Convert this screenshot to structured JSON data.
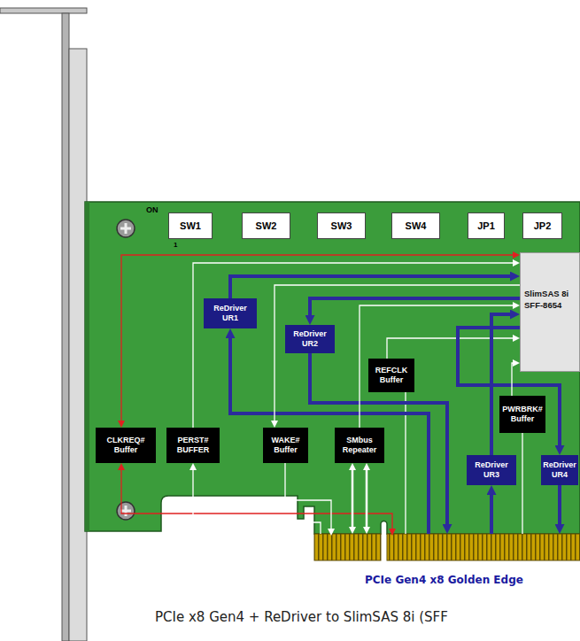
{
  "diagram": {
    "caption": "PCIe x8 Gen4 + ReDriver to SlimSAS 8i (SFF",
    "nodes": [
      {
        "text": [
          "SW1"
        ]
      },
      {
        "text": [
          "SW2"
        ]
      },
      {
        "text": [
          "SW3"
        ]
      },
      {
        "text": [
          "SW4"
        ]
      },
      {
        "text": [
          "JP1"
        ]
      },
      {
        "text": [
          "JP2"
        ]
      },
      {
        "text": [
          "SlimSAS 8i",
          "SFF-8654"
        ]
      },
      {
        "text": [
          "ReDriver UR1"
        ]
      },
      {
        "text": [
          "ReDriver UR2"
        ]
      },
      {
        "text": [
          "REFCLK Buffer"
        ]
      },
      {
        "text": [
          "CLKREQ# Buffer"
        ]
      },
      {
        "text": [
          "PERST# BUFFER"
        ]
      },
      {
        "text": [
          "WAKE# Buffer"
        ]
      },
      {
        "text": [
          "SMbus Repeater"
        ]
      },
      {
        "text": [
          "PWRBRK# Buffer"
        ]
      },
      {
        "text": [
          "ReDriver UR3"
        ]
      },
      {
        "text": [
          "ReDriver UR4"
        ]
      }
    ],
    "edges": [
      {
        "from": 10,
        "to": 6,
        "arrow": "both"
      },
      {
        "from": 11,
        "to": 6,
        "arrow": "to"
      },
      {
        "from": 7,
        "to": 6,
        "arrow": "to"
      },
      {
        "from": 6,
        "to": 12,
        "arrow": "to"
      },
      {
        "from": 6,
        "to": 8,
        "arrow": "to"
      },
      {
        "from": 13,
        "to": 6,
        "arrow": "to"
      },
      {
        "from": 9,
        "to": 6,
        "arrow": "to"
      },
      {
        "from": 15,
        "to": 6,
        "arrow": "to"
      },
      {
        "from": 6,
        "to": 16,
        "arrow": "to"
      },
      {
        "from": 14,
        "to": 6,
        "arrow": "to"
      }
    ],
    "labels": [
      "ON",
      "1",
      "PCIe Gen4 x8 Golden Edge"
    ]
  }
}
